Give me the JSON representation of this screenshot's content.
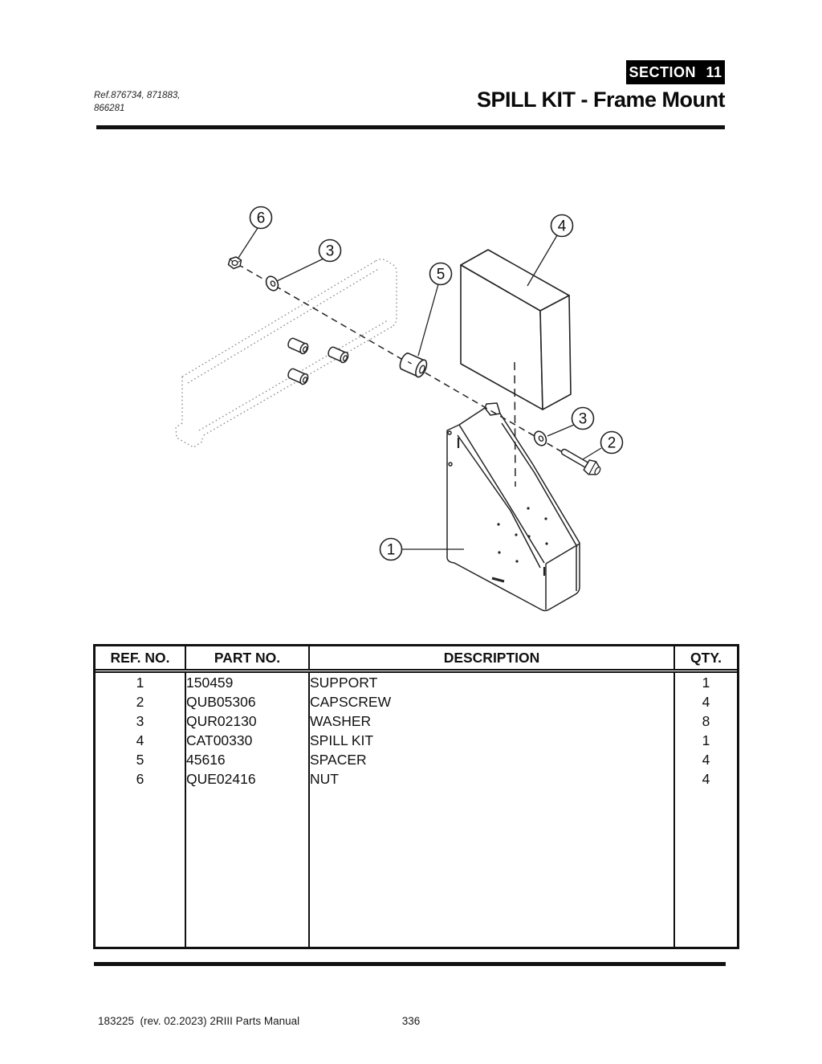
{
  "header": {
    "section_badge": "SECTION 11",
    "ref_lines": [
      "Ref.876734, 871883,",
      "866281"
    ],
    "title": "SPILL KIT - Frame Mount"
  },
  "diagram": {
    "callouts": [
      {
        "num": "6"
      },
      {
        "num": "3"
      },
      {
        "num": "4"
      },
      {
        "num": "5"
      },
      {
        "num": "3"
      },
      {
        "num": "2"
      },
      {
        "num": "1"
      }
    ]
  },
  "table": {
    "headers": [
      "REF. NO.",
      "PART NO.",
      "DESCRIPTION",
      "QTY."
    ],
    "rows": [
      {
        "ref_no": "1",
        "part_no": "150459",
        "description": "SUPPORT",
        "qty": "1"
      },
      {
        "ref_no": "2",
        "part_no": "QUB05306",
        "description": "CAPSCREW",
        "qty": "4"
      },
      {
        "ref_no": "3",
        "part_no": "QUR02130",
        "description": "WASHER",
        "qty": "8"
      },
      {
        "ref_no": "4",
        "part_no": "CAT00330",
        "description": "SPILL KIT",
        "qty": "1"
      },
      {
        "ref_no": "5",
        "part_no": "45616",
        "description": "SPACER",
        "qty": "4"
      },
      {
        "ref_no": "6",
        "part_no": "QUE02416",
        "description": "NUT",
        "qty": "4"
      }
    ]
  },
  "footer": {
    "doc_info": "183225  (rev. 02.2023) 2RIII Parts Manual",
    "page_number": "336"
  }
}
